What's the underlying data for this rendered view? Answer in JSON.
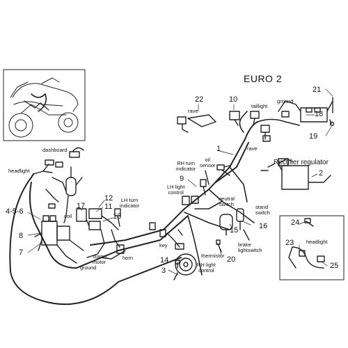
{
  "title": "EURO 2",
  "labels": {
    "dashboard": "dashboard",
    "headlight_left": "headlight",
    "coil": "coil",
    "starter_motor": "starter\nmotor",
    "ground_bottom": "ground",
    "horn": "horn",
    "lh_turn_indicator": "LH turn\nindicator",
    "key": "key",
    "rh_turn_indicator": "RH turn\nindicator",
    "oil_sensor": "oil\nsensor",
    "lh_light_control": "LH light\ncontrol",
    "neutral_switch": "neutral\nswitch",
    "stand_switch": "stand\nswitch",
    "thermistor": "thermistor",
    "rh_light_control": "RH light\ncontrol",
    "brake_light_switch": "brake\nlightswitch",
    "rave_left": "rave",
    "taillight": "taillight",
    "ground_top": "ground",
    "rave_right": "rave",
    "rectifier_regulator": "Rectifier regulator",
    "headlight_inset": "headlight"
  },
  "numbers": {
    "n1": "1",
    "n2": "2",
    "n3": "3",
    "n456": "4-5-6",
    "n7": "7",
    "n8": "8",
    "n9": "9",
    "n10": "10",
    "n11": "11",
    "n12": "12",
    "n13": "13",
    "n14": "14",
    "n15": "15",
    "n16": "16",
    "n17": "17",
    "n18": "18",
    "n19": "19",
    "n20": "20",
    "n21": "21",
    "n22": "22",
    "n23": "23",
    "n24": "24",
    "n25": "25"
  }
}
